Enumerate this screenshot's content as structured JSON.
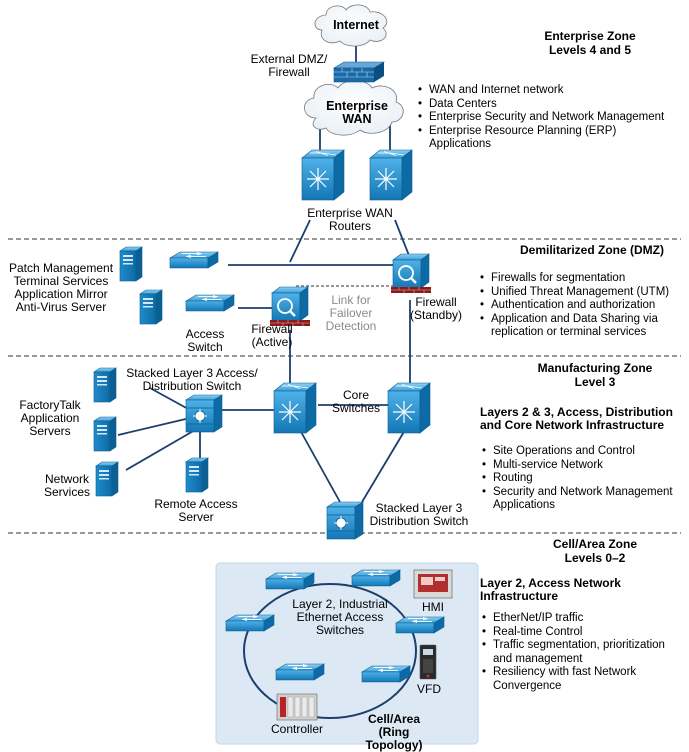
{
  "clouds": {
    "internet": "Internet",
    "enterprise_wan": "Enterprise WAN"
  },
  "zones": {
    "enterprise": {
      "title": "Enterprise Zone",
      "subtitle": "Levels 4 and 5",
      "bullets": [
        "WAN and Internet network",
        "Data Centers",
        "Enterprise Security and Network Management",
        "Enterprise Resource Planning (ERP)",
        "Applications"
      ]
    },
    "dmz": {
      "title": "Demilitarized Zone (DMZ)",
      "bullets": [
        "Firewalls for segmentation",
        "Unified Threat Management (UTM)",
        "Authentication and authorization",
        "Application and Data Sharing via",
        "replication or terminal services"
      ]
    },
    "manufacturing": {
      "title": "Manufacturing Zone",
      "subtitle": "Level 3",
      "heading": "Layers 2 & 3, Access, Distribution and Core Network Infrastructure",
      "bullets": [
        "Site Operations and Control",
        "Multi-service Network",
        "Routing",
        "Security and Network Management",
        "Applications"
      ]
    },
    "cell": {
      "title": "Cell/Area Zone",
      "subtitle": "Levels 0–2",
      "heading": "Layer 2, Access Network Infrastructure",
      "bullets": [
        "EtherNet/IP traffic",
        "Real-time Control",
        "Traffic segmentation, prioritization",
        "and management",
        "Resiliency with fast Network",
        "Convergence"
      ]
    }
  },
  "labels": {
    "external_dmz": "External DMZ/ Firewall",
    "enterprise_wan_routers": "Enterprise WAN Routers",
    "patch_mgmt": "Patch Management Terminal Services Application Mirror Anti-Virus Server",
    "access_switch": "Access Switch",
    "firewall_active": "Firewall (Active)",
    "failover_link": "Link for Failover Detection",
    "firewall_standby": "Firewall (Standby)",
    "stacked_l3_access": "Stacked Layer 3 Access/ Distribution Switch",
    "core_switches": "Core Switches",
    "factorytalk": "FactoryTalk Application Servers",
    "network_services": "Network Services",
    "remote_access": "Remote Access Server",
    "stacked_l3_dist": "Stacked Layer 3 Distribution Switch",
    "layer2_switches": "Layer 2, Industrial Ethernet Access Switches",
    "hmi": "HMI",
    "vfd": "VFD",
    "controller": "Controller",
    "cell_area": "Cell/Area (Ring Topology)"
  },
  "colors": {
    "device_blue": "#1a86c8",
    "device_dark": "#0b5f93",
    "cell_bg": "#dce9f4",
    "failover_text": "#8a8a8a"
  }
}
